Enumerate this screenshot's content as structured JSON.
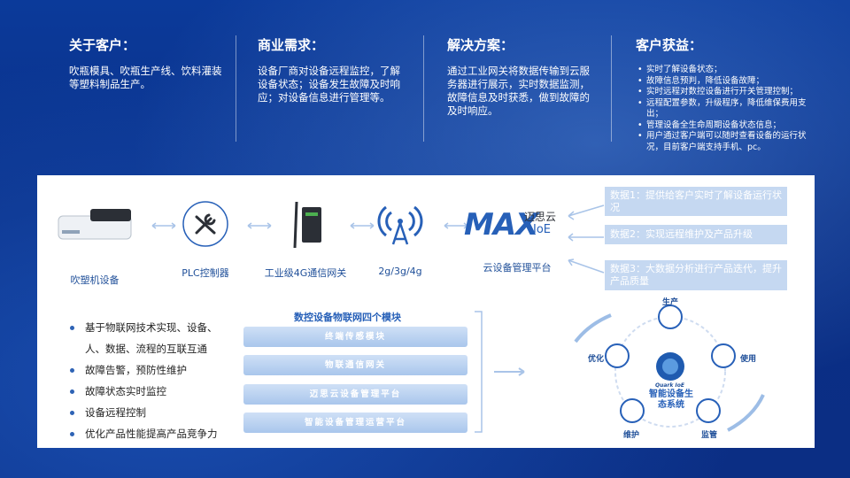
{
  "columns": [
    {
      "title": "关于客户：",
      "text": "吹瓶模具、吹瓶生产线、饮料灌装等塑料制品生产。"
    },
    {
      "title": "商业需求：",
      "text": "设备厂商对设备远程监控，了解设备状态；设备发生故障及时响应；对设备信息进行管理等。"
    },
    {
      "title": "解决方案：",
      "text": "通过工业网关将数据传输到云服务器进行展示，实时数据监测，故障信息及时获悉，做到故障的及时响应。"
    },
    {
      "title": "客户获益：",
      "items": [
        "实时了解设备状态；",
        "故障信息预判，降低设备故障；",
        "实时远程对数控设备进行开关管理控制；",
        "远程配置参数，升级程序，降低维保费用支出；",
        "管理设备全生命周期设备状态信息；",
        "用户通过客户端可以随时查看设备的运行状况，目前客户端支持手机、pc。"
      ]
    }
  ],
  "flow": {
    "nodes": [
      {
        "label": "吹塑机设备",
        "icon": "machine-icon"
      },
      {
        "label": "PLC控制器",
        "icon": "tools-icon"
      },
      {
        "label": "工业级4G通信网关",
        "icon": "router-icon"
      },
      {
        "label": "2g/3g/4g",
        "icon": "signal-tower-icon"
      },
      {
        "label": "云设备管理平台",
        "icon": "max-logo"
      }
    ],
    "logo": {
      "max": "MAX",
      "cn": "迈思云",
      "ioe": "IoE"
    },
    "data_boxes": [
      "数据1：提供给客户实时了解设备运行状况",
      "数据2：实现远程维护及产品升级",
      "数据3：大数据分析进行产品迭代，提升产品质量"
    ]
  },
  "bullets": [
    "基于物联网技术实现、设备、人、数据、流程的互联互通",
    "故障告警，预防性维护",
    "故障状态实时监控",
    "设备远程控制",
    "优化产品性能提高产品竞争力"
  ],
  "modules": {
    "title": "数控设备物联网四个模块",
    "items": [
      "终端传感模块",
      "物联通信网关",
      "迈思云设备管理平台",
      "智能设备管理运营平台"
    ]
  },
  "ecosystem": {
    "center_brand": "Quark IoE",
    "center_title": "智能设备生态系统",
    "labels": [
      "生产",
      "使用",
      "监管",
      "维护",
      "优化"
    ]
  },
  "colors": {
    "accent": "#2760b8",
    "panel_bg": "#ffffff",
    "box": "#c5d8f1",
    "bg": "#0a2f86"
  }
}
